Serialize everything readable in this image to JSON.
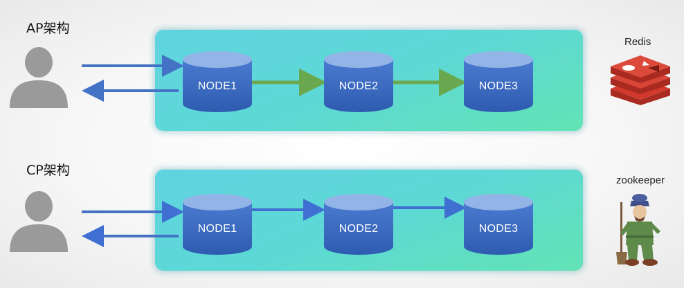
{
  "ap": {
    "title": "AP架构",
    "nodes": [
      "NODE1",
      "NODE2",
      "NODE3"
    ],
    "logo_label": "Redis",
    "replication_color": "#6aa84f"
  },
  "cp": {
    "title": "CP架构",
    "nodes": [
      "NODE1",
      "NODE2",
      "NODE3"
    ],
    "logo_label": "zookeeper",
    "replication_color": "#3f6fd1"
  },
  "colors": {
    "client_arrow": "#4472c4",
    "cylinder_top": "#93b4e6",
    "cylinder_body": "#3f6ec6",
    "user_icon": "#9a9a9a",
    "redis_red": "#d0392b"
  },
  "icons": {
    "user": "user-silhouette-icon",
    "redis": "redis-logo-icon",
    "zookeeper": "zookeeper-mascot-icon"
  }
}
